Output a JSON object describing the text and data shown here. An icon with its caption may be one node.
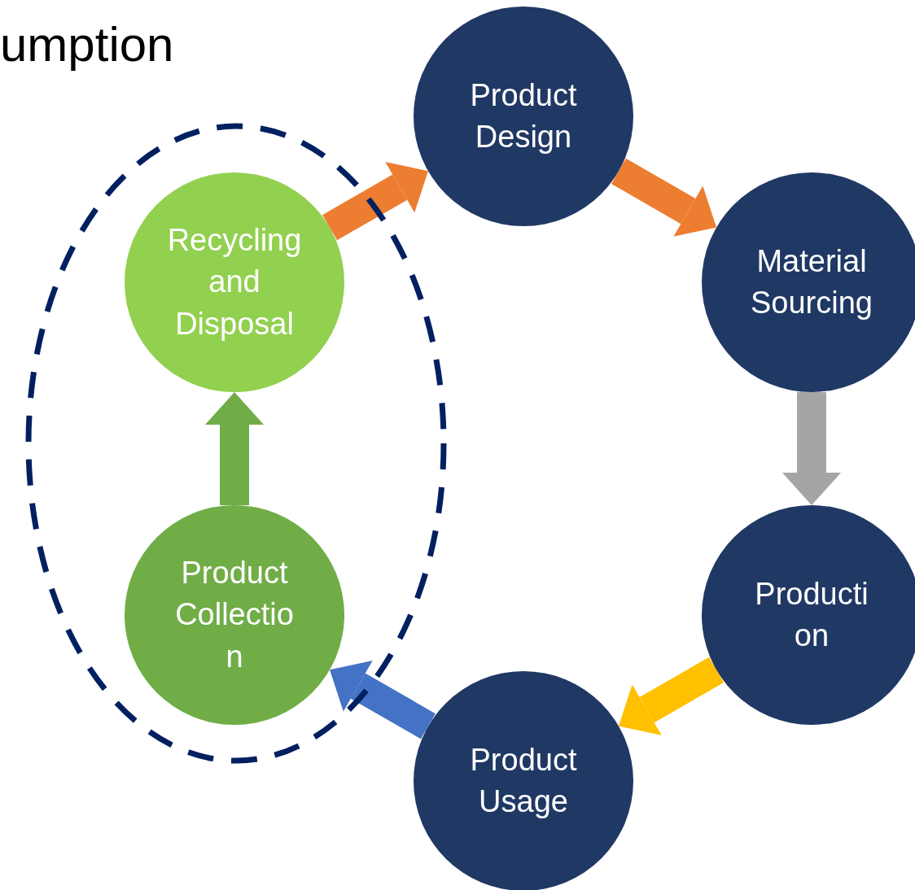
{
  "diagram": {
    "title": "umption",
    "nodes": [
      {
        "text": [
          "Product Design"
        ]
      },
      {
        "text": [
          "Material Sourcing"
        ]
      },
      {
        "text": [
          "Production"
        ]
      },
      {
        "text": [
          "Product Usage"
        ]
      },
      {
        "text": [],
        "shape": "ellipse"
      },
      {
        "text": [
          "Product Collection"
        ],
        "in": 4
      },
      {
        "text": [
          "Recycling and Disposal"
        ],
        "in": 4
      }
    ],
    "edges": [
      {
        "from": 0,
        "to": 1,
        "arrow": "to",
        "color": "#ed7d31"
      },
      {
        "from": 1,
        "to": 2,
        "arrow": "to",
        "color": "#a5a5a5"
      },
      {
        "from": 2,
        "to": 3,
        "arrow": "to",
        "color": "#ffc000"
      },
      {
        "from": 3,
        "to": 5,
        "arrow": "to",
        "color": "#4472c4"
      },
      {
        "from": 5,
        "to": 6,
        "arrow": "to",
        "color": "#70ad47"
      },
      {
        "from": 6,
        "to": 0,
        "arrow": "to",
        "color": "#ed7d31"
      }
    ]
  }
}
